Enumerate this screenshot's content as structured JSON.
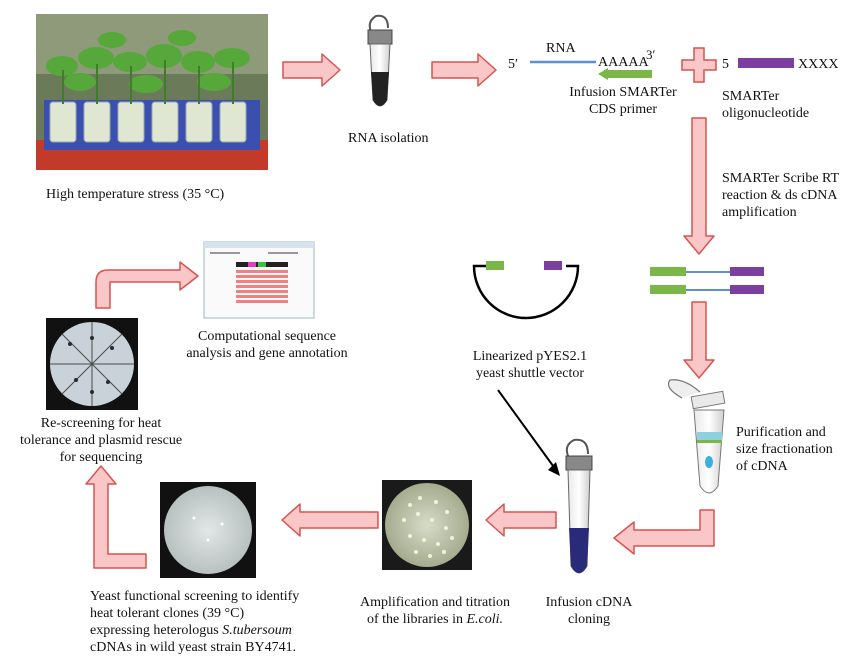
{
  "labels": {
    "high_temp": "High temperature stress (35 °C)",
    "rna_isolation": "RNA isolation",
    "five_prime": "5′",
    "rna": "RNA",
    "polya": "AAAAA",
    "three_prime": "3′",
    "cds_primer_1": "Infusion SMARTer",
    "cds_primer_2": "CDS primer",
    "five_oligo": "5",
    "xxxx": "XXXX",
    "smarter_oligo_1": "SMARTer",
    "smarter_oligo_2": "oligonucleotide",
    "rt_1": "SMARTer Scribe RT",
    "rt_2": "reaction & ds cDNA",
    "rt_3": "amplification",
    "vector_1": "Linearized pYES2.1",
    "vector_2": "yeast shuttle vector",
    "purif_1": "Purification and",
    "purif_2": "size fractionation",
    "purif_3": "of cDNA",
    "infusion_1": "Infusion cDNA",
    "infusion_2": "cloning",
    "ampl_1": "Amplification and titration",
    "ampl_2_pre": "of the libraries in ",
    "ampl_2_it": "E.coli.",
    "yeast_1": "Yeast functional screening to identify",
    "yeast_2": "heat tolerant clones (39 °C)",
    "yeast_3_pre": "expressing heterologus ",
    "yeast_3_it": "S.tubersoum",
    "yeast_4": "cDNAs in wild yeast strain BY4741.",
    "rescreen_1": "Re-screening for heat",
    "rescreen_2": "tolerance and plasmid rescue",
    "rescreen_3": "for sequencing",
    "comp_1": "Computational sequence",
    "comp_2": "analysis and gene annotation"
  },
  "colors": {
    "arrow_fill": "#f9c7c7",
    "arrow_stroke": "#d9534f",
    "rna_line": "#5b8fd6",
    "primer_green": "#7ab648",
    "oligo_purple": "#7b3fa0",
    "tube_blue": "#2a2a7a"
  }
}
